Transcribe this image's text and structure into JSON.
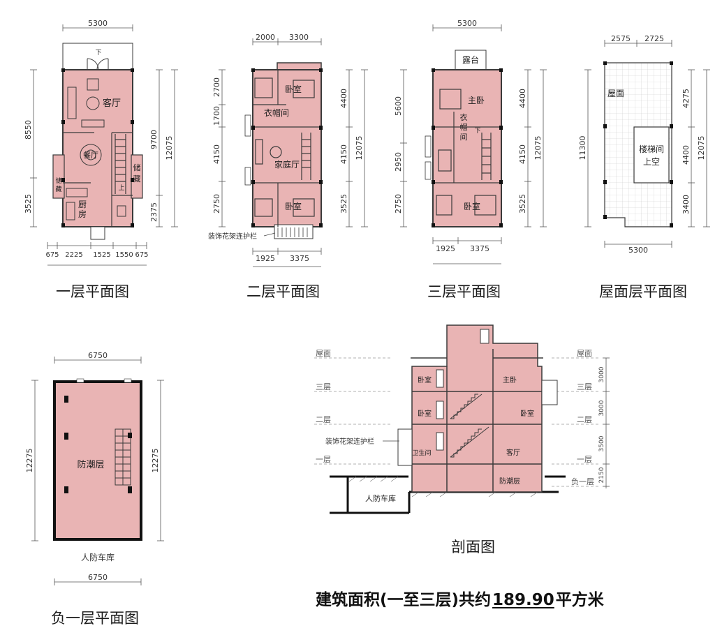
{
  "plans": {
    "f1": {
      "caption": "一层平面图",
      "top_dim": "5300",
      "left_dims": [
        "8550",
        "3525"
      ],
      "right_dims": [
        "9700",
        "2375"
      ],
      "right_total": "12075",
      "bottom_dims": [
        "675",
        "2225",
        "1525",
        "1550",
        "675"
      ],
      "rooms": {
        "living": "客厅",
        "dining": "餐厅",
        "kitchen_a": "厨",
        "kitchen_b": "房",
        "storage_l_a": "储",
        "storage_l_b": "藏",
        "storage_r_a": "储",
        "storage_r_b": "藏",
        "up": "上",
        "down": "下"
      }
    },
    "f2": {
      "caption": "二层平面图",
      "top_dims": [
        "2000",
        "3300"
      ],
      "left_dims": [
        "2700",
        "1700",
        "4150",
        "2750"
      ],
      "right_dims": [
        "4400",
        "4150",
        "3525"
      ],
      "right_total": "12075",
      "bottom_dims": [
        "1925",
        "3375"
      ],
      "railing_note": "装饰花架连护栏",
      "rooms": {
        "bed_top": "卧室",
        "cloak": "衣帽间",
        "family": "家庭厅",
        "bed_bottom": "卧室"
      }
    },
    "f3": {
      "caption": "三层平面图",
      "top_dim": "5300",
      "left_dims": [
        "5600",
        "2950",
        "2750"
      ],
      "right_dims": [
        "4400",
        "4150",
        "3525"
      ],
      "right_total": "12075",
      "bottom_dims": [
        "1925",
        "3375"
      ],
      "rooms": {
        "terrace": "露台",
        "master": "主卧",
        "cloak_a": "衣",
        "cloak_b": "帽",
        "cloak_c": "间",
        "bed": "卧室",
        "down": "下"
      }
    },
    "roof": {
      "caption": "屋面层平面图",
      "top_dims": [
        "2575",
        "2725"
      ],
      "left_dim": "11300",
      "right_dims": [
        "4275",
        "4400",
        "3400"
      ],
      "right_total": "12075",
      "bottom_dim": "5300",
      "labels": {
        "roof": "屋面",
        "stair_a": "楼梯间",
        "stair_b": "上空"
      }
    },
    "basement": {
      "caption": "负一层平面图",
      "top_dim": "6750",
      "bottom_dim": "6750",
      "left_dim": "12275",
      "right_dim": "12275",
      "room": "防潮层",
      "garage_label": "人防车库"
    }
  },
  "section": {
    "caption": "剖面图",
    "levels_left": [
      "屋面",
      "三层",
      "二层",
      "一层"
    ],
    "levels_right": [
      "屋面",
      "三层",
      "二层",
      "一层",
      "负一层"
    ],
    "heights": [
      "3000",
      "3000",
      "3500",
      "2150"
    ],
    "rooms": [
      "卧室",
      "主卧",
      "卧室",
      "卧室",
      "卫生间",
      "客厅",
      "防潮层"
    ],
    "railing_note": "装饰花架连护栏",
    "garage": "人防车库"
  },
  "summary": {
    "prefix": "建筑面积(一至三层)共约",
    "value": "189.90",
    "suffix": "平方米"
  },
  "colors": {
    "fill": "#e9b4b4",
    "line": "#3a3a3a",
    "dim": "#555555"
  }
}
